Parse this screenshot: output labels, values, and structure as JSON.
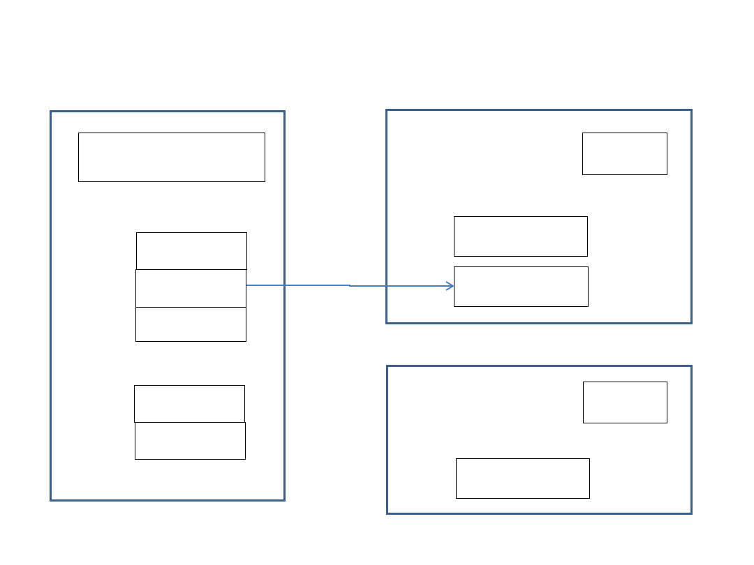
{
  "colors": {
    "panel_border": "#3a5f8c",
    "box_border": "#000000",
    "connector": "#4a7ebb",
    "background": "#ffffff"
  },
  "diagram": {
    "panels": [
      {
        "id": "left-panel",
        "boxes": 6
      },
      {
        "id": "right-top-panel",
        "boxes": 3
      },
      {
        "id": "right-bottom-panel",
        "boxes": 2
      }
    ],
    "connectors": [
      {
        "from": "left-panel-box-3",
        "to": "right-top-panel-box-3",
        "type": "arrow"
      }
    ]
  }
}
